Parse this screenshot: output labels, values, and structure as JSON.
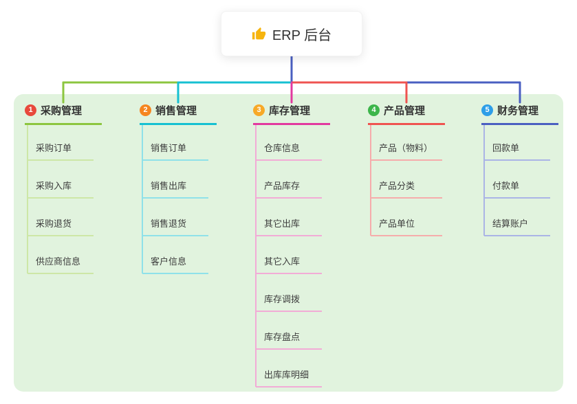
{
  "root": {
    "title": "ERP 后台",
    "icon": "thumbs-up-icon"
  },
  "colors": {
    "panel_bg": "#e1f3de",
    "root_connector": "#4a5fc1",
    "root_icon": "#f6b40e",
    "branch_lines": [
      "#8cc63f",
      "#16c0d2",
      "#e2399f",
      "#ef5350",
      "#4a5fc1"
    ],
    "branch_lines_light": [
      "#cde7a6",
      "#8fe1e9",
      "#f2abd6",
      "#f6acab",
      "#aab4e6"
    ],
    "priority_badges": [
      "#e8493c",
      "#f6851f",
      "#f7a928",
      "#3cb54a",
      "#2d9ee8"
    ]
  },
  "branches": [
    {
      "num": "1",
      "label": "采购管理",
      "children": [
        "采购订单",
        "采购入库",
        "采购退货",
        "供应商信息"
      ]
    },
    {
      "num": "2",
      "label": "销售管理",
      "children": [
        "销售订单",
        "销售出库",
        "销售退货",
        "客户信息"
      ]
    },
    {
      "num": "3",
      "label": "库存管理",
      "children": [
        "仓库信息",
        "产品库存",
        "其它出库",
        "其它入库",
        "库存调拨",
        "库存盘点",
        "出库库明细"
      ]
    },
    {
      "num": "4",
      "label": "产品管理",
      "children": [
        "产品（物料）",
        "产品分类",
        "产品单位"
      ]
    },
    {
      "num": "5",
      "label": "财务管理",
      "children": [
        "回款单",
        "付款单",
        "结算账户"
      ]
    }
  ]
}
